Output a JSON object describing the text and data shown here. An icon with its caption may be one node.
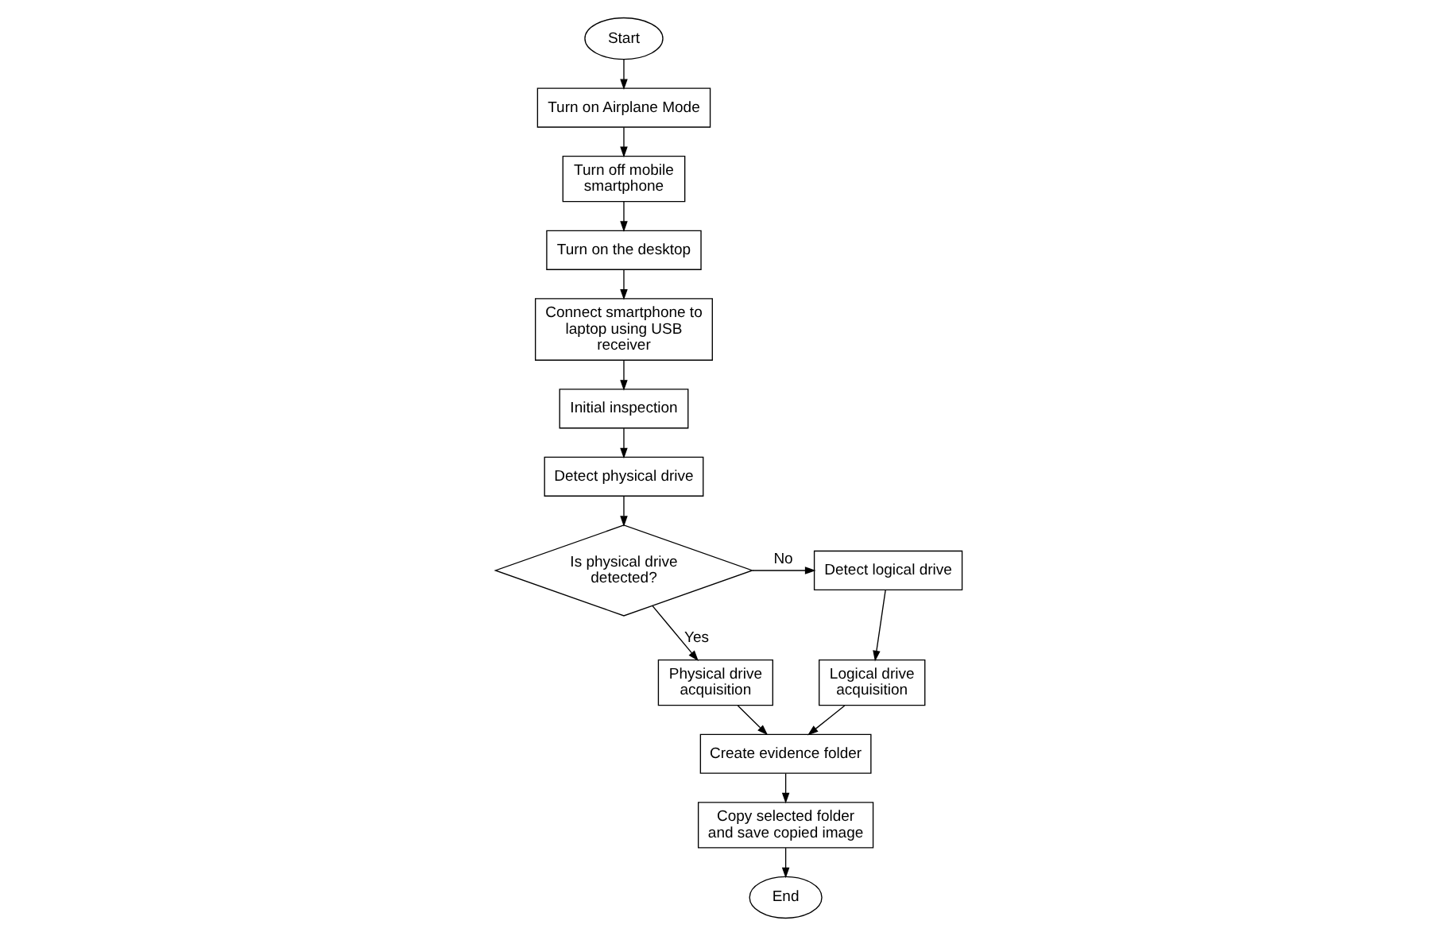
{
  "diagram": {
    "nodes": [
      {
        "text": [
          "Start"
        ]
      },
      {
        "text": [
          "Turn on Airplane Mode"
        ]
      },
      {
        "text": [
          "Turn off mobile smartphone"
        ]
      },
      {
        "text": [
          "Turn on the desktop"
        ]
      },
      {
        "text": [
          "Connect smartphone to laptop using USB receiver"
        ]
      },
      {
        "text": [
          "Initial inspection"
        ]
      },
      {
        "text": [
          "Detect physical drive"
        ]
      },
      {
        "text": [
          "Is physical drive detected?"
        ]
      },
      {
        "text": [
          "Detect logical drive"
        ]
      },
      {
        "text": [
          "Physical drive acquisition"
        ]
      },
      {
        "text": [
          "Logical drive acquisition"
        ]
      },
      {
        "text": [
          "Create evidence folder"
        ]
      },
      {
        "text": [
          "Copy selected folder and save copied image"
        ]
      },
      {
        "text": [
          "End"
        ]
      }
    ],
    "edges": [
      {
        "from": 0,
        "to": 1,
        "arrow": "to"
      },
      {
        "from": 1,
        "to": 2,
        "arrow": "to"
      },
      {
        "from": 2,
        "to": 3,
        "arrow": "to"
      },
      {
        "from": 3,
        "to": 4,
        "arrow": "to"
      },
      {
        "from": 4,
        "to": 5,
        "arrow": "to"
      },
      {
        "from": 5,
        "to": 6,
        "arrow": "to"
      },
      {
        "from": 6,
        "to": 7,
        "arrow": "to"
      },
      {
        "from": 7,
        "to": 8,
        "arrow": "to",
        "label": "No"
      },
      {
        "from": 7,
        "to": 9,
        "arrow": "to",
        "label": "Yes"
      },
      {
        "from": 8,
        "to": 10,
        "arrow": "to"
      },
      {
        "from": 9,
        "to": 11,
        "arrow": "to"
      },
      {
        "from": 10,
        "to": 11,
        "arrow": "to"
      },
      {
        "from": 11,
        "to": 12,
        "arrow": "to"
      },
      {
        "from": 12,
        "to": 13,
        "arrow": "to"
      }
    ]
  }
}
